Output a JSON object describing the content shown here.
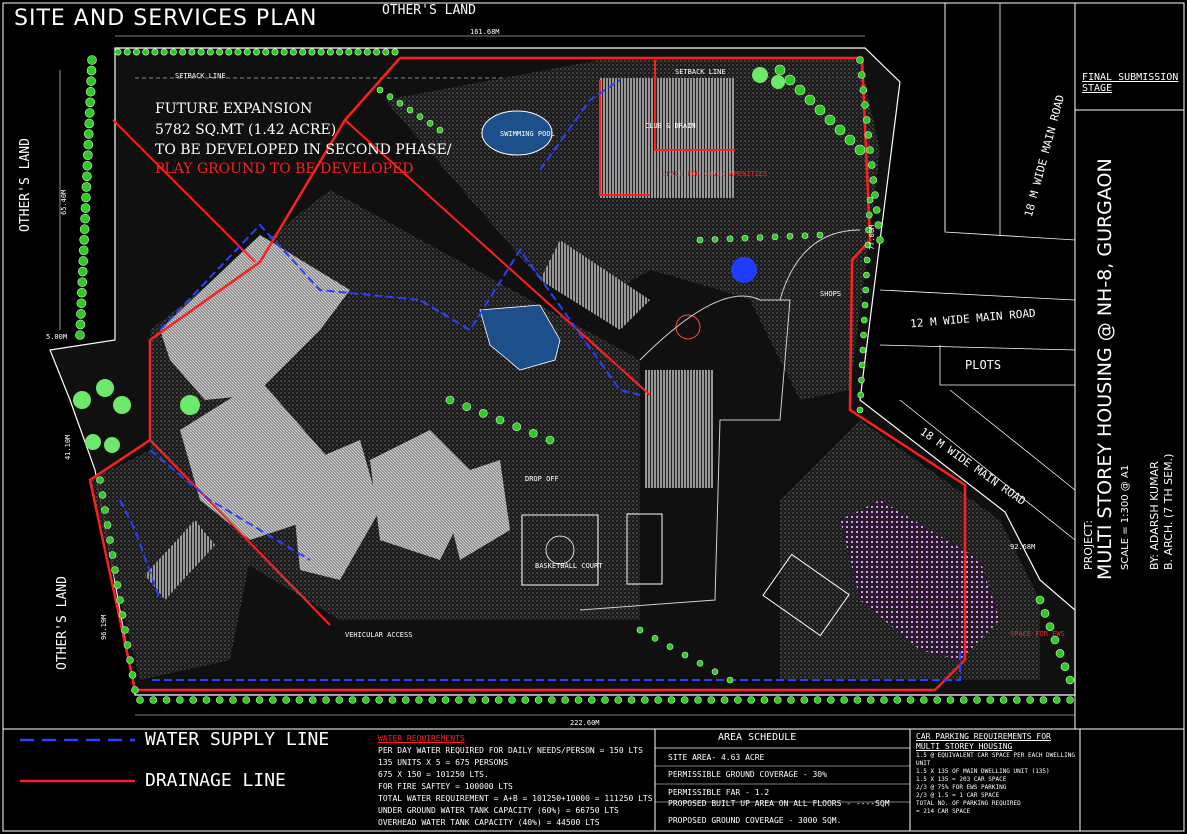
{
  "title": "SITE AND SERVICES PLAN",
  "adjacent": {
    "others_land_top": "OTHER'S LAND",
    "others_land_left": "OTHER'S LAND",
    "others_land_left2": "OTHER'S LAND",
    "plots": "PLOTS",
    "road_18m_upper": "18 M WIDE MAIN ROAD",
    "road_12m": "12 M WIDE MAIN ROAD",
    "road_18m_lower": "18 M WIDE MAIN ROAD"
  },
  "dimensions": {
    "top": "161.68M",
    "left_upper": "65.40M",
    "left_mid": "41.10M",
    "left_lower": "96.19M",
    "left_small": "5.00M",
    "bottom": "222.60M",
    "right_diag": "92.68M",
    "right_vert": "77.00M"
  },
  "future_expansion": {
    "line1": "FUTURE EXPANSION",
    "line2": "5782 SQ.MT (1.42 ACRE)",
    "line3": "TO BE DEVELOPED IN SECOND PHASE/",
    "line4": "PLAY GROUND TO BE DEVELOPED"
  },
  "site_labels": {
    "setback_top": "SETBACK LINE",
    "setback_top2": "SETBACK LINE",
    "swimming_pool": "SWIMMING POOL",
    "club": "CLUB & DRAIN",
    "services_area": "SPACE FOR CIVIC AMENITIES",
    "vehicular_access": "VEHICULAR ACCESS",
    "basketball": "BASKETBALL COURT",
    "drop_off": "DROP OFF",
    "shops": "SHOPS",
    "parking_space": "SPACE FOR EWS"
  },
  "legend": {
    "water": "WATER SUPPLY LINE",
    "drainage": "DRAINAGE LINE",
    "water_color": "#1f3cff",
    "drain_color": "#ff1f1f"
  },
  "water_requirements": {
    "heading": "WATER REQUIREMENTS",
    "lines": [
      "PER DAY WATER REQUIRED FOR DAILY NEEDS/PERSON = 150 LTS",
      "135 UNITS X 5 = 675 PERSONS",
      "675 X 150 = 101250 LTS.",
      "FOR FIRE SAFTEY = 100000 LTS",
      "TOTAL WATER REQUIREMENT = A+B = 101250+10000 = 111250 LTS",
      "UNDER GROUND WATER TANK CAPACITY (60%) = 66750 LTS",
      "OVERHEAD WATER TANK CAPACITY (40%) = 44500 LTS"
    ]
  },
  "area_schedule": {
    "heading": "AREA SCHEDULE",
    "lines": [
      "SITE AREA- 4.63 ACRE",
      "PERMISSIBLE GROUND COVERAGE - 30%",
      "PERMISSIBLE FAR - 1.2",
      "PROPOSED BUILT UP AREA ON ALL FLOORS - ----SQM",
      "PROPOSED GROUND COVERAGE - 3000 SQM."
    ]
  },
  "car_parking": {
    "heading": "CAR PARKING REQUIREMENTS FOR MULTI STOREY HOUSING",
    "lines": [
      "1.5 @ EQUIVALENT CAR SPACE PER EACH DWELLING UNIT",
      "1.5 X 135 OF MAIN DWELLING UNIT (135)",
      "1.5 X 135 = 203 CAR SPACE",
      "2/3 @ 75% FOR EWS PARKING",
      "2/3 @ 1.5 = 1 CAR SPACE",
      "TOTAL NO. OF PARKING REQUIRED",
      "= 214 CAR SPACE"
    ]
  },
  "sheet": {
    "stage": "FINAL SUBMISSION STAGE",
    "project_label": "PROJECT:",
    "project_name": "MULTI STOREY HOUSING @ NH-8, GURGAON",
    "scale": "SCALE = 1:300 @ A1",
    "author": "BY: ADARSH KUMAR",
    "course": "B. ARCH. (7 TH SEM.)"
  }
}
